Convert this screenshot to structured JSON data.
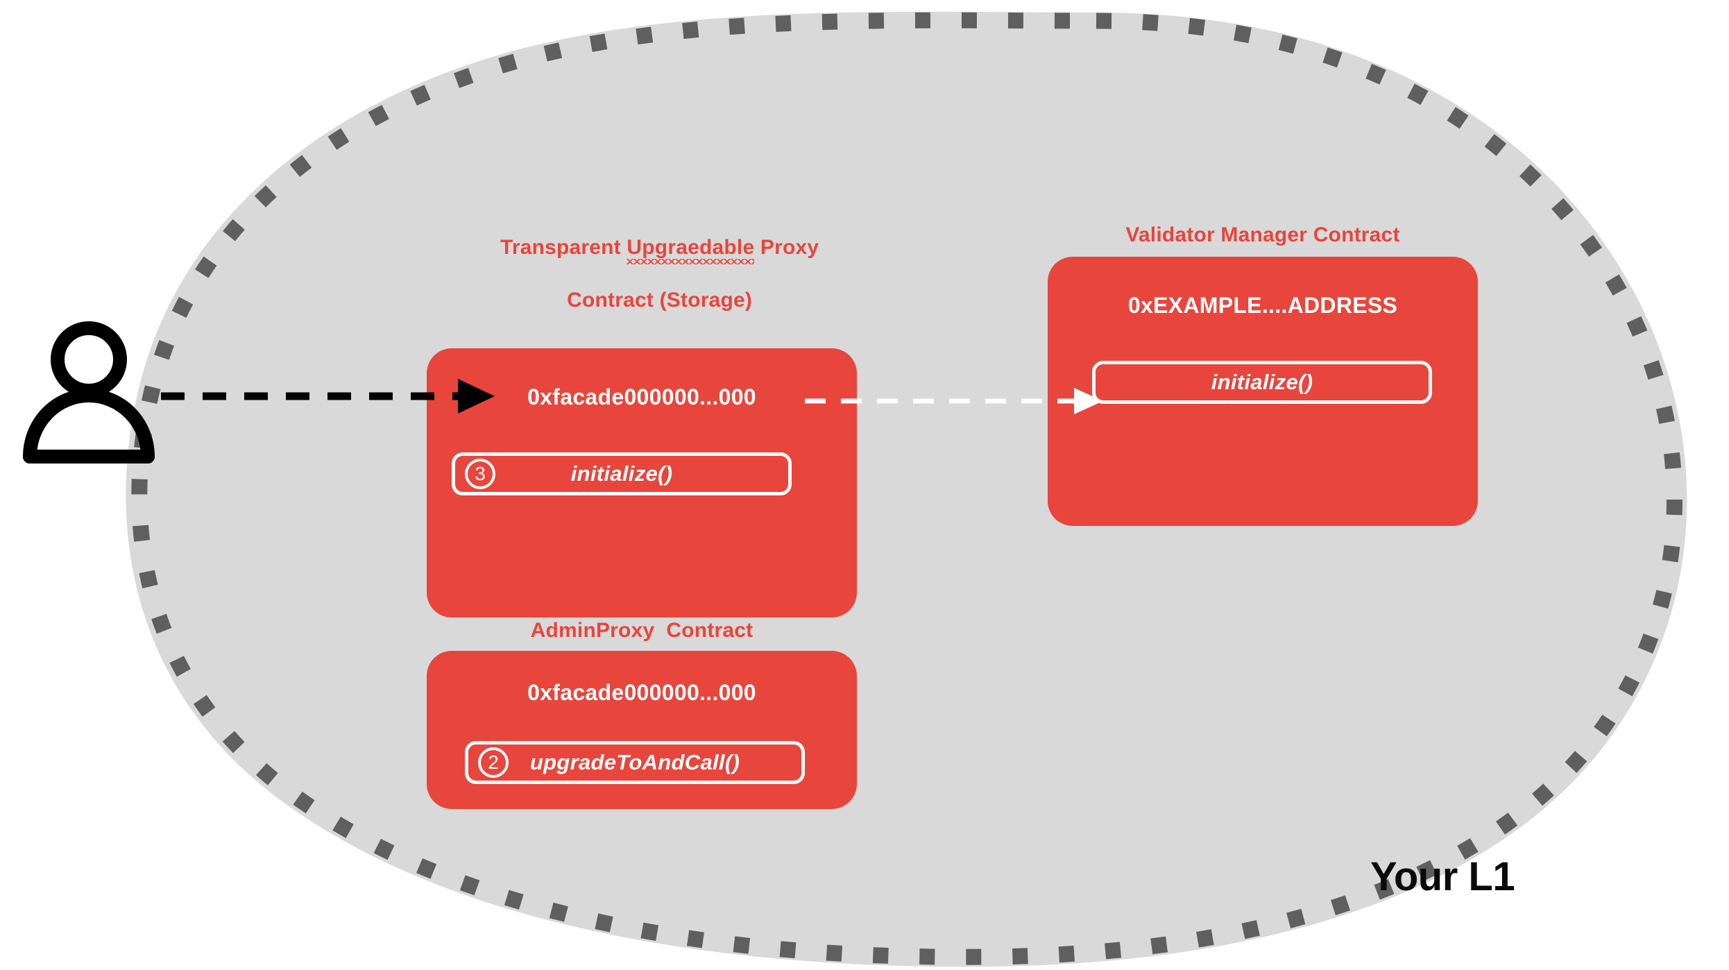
{
  "diagram": {
    "region_label": "Your L1",
    "colors": {
      "contract_red": "#E8453C",
      "region_fill": "#D9D9D9",
      "region_border": "#5F5F5F",
      "text_on_red": "#FFFFFF",
      "user_arrow": "#000000",
      "internal_arrow": "#FFFFFF"
    },
    "actor": {
      "icon": "user-person-icon"
    },
    "contracts": [
      {
        "id": "transparent-upgradeable-proxy",
        "title_line_1_prefix": "Transparent ",
        "title_line_1_misspelled": "Upgraedable",
        "title_line_1_suffix": " Proxy",
        "title_line_2": "Contract (Storage)",
        "title_full": "Transparent Upgraedable Proxy Contract (Storage)",
        "address": "0xfacade000000...000",
        "methods": [
          {
            "badge": "3",
            "label": "initialize()"
          }
        ]
      },
      {
        "id": "validator-manager",
        "title_full": "Validator Manager Contract",
        "address": "0xEXAMPLE....ADDRESS",
        "methods": [
          {
            "badge": "",
            "label": "initialize()"
          }
        ]
      },
      {
        "id": "admin-proxy",
        "title_full": "AdminProxy  Contract",
        "address": "0xfacade000000...000",
        "methods": [
          {
            "badge": "2",
            "label": "upgradeToAndCall()"
          }
        ]
      }
    ],
    "arrows": [
      {
        "id": "user-to-proxy-initialize",
        "style": "dashed-black",
        "from": "user-icon",
        "to": "transparent-upgradeable-proxy.initialize()"
      },
      {
        "id": "proxy-to-validator-manager-initialize",
        "style": "dashed-white",
        "from": "transparent-upgradeable-proxy.initialize()",
        "to": "validator-manager.initialize()"
      }
    ]
  }
}
